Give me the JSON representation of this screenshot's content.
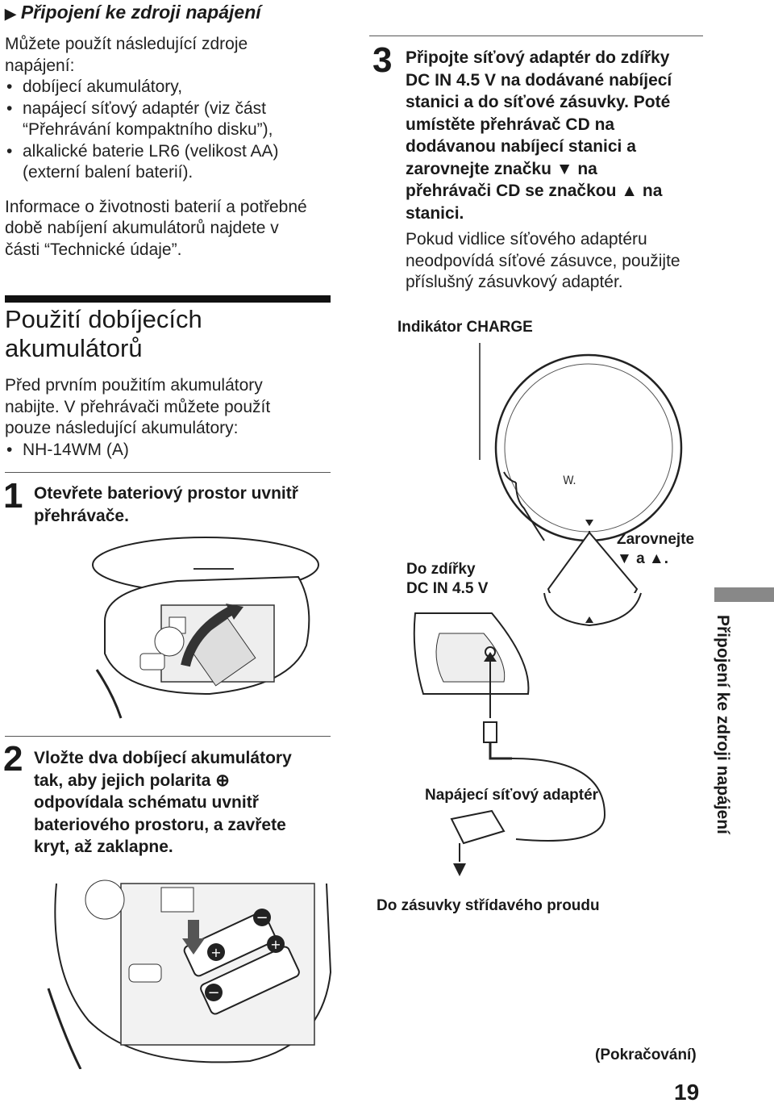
{
  "section_header": {
    "arrow": "▶",
    "title": "Připojení ke zdroji napájení"
  },
  "intro": {
    "lead": [
      "Můžete použít následující zdroje",
      "napájení:"
    ],
    "bullets": [
      [
        "dobíjecí akumulátory,"
      ],
      [
        "napájecí síťový adaptér (viz část",
        "“Přehrávání kompaktního disku”),"
      ],
      [
        "alkalické baterie LR6 (velikost AA)",
        "(externí balení baterií)."
      ]
    ],
    "note": [
      "Informace o životnosti baterií a potřebné",
      "době nabíjení akumulátorů najdete v",
      "části “Technické údaje”."
    ]
  },
  "rechargeable": {
    "heading": [
      "Použití dobíjecích",
      "akumulátorů"
    ],
    "text": [
      "Před prvním použitím akumulátory",
      "nabijte. V přehrávači můžete použít",
      "pouze následující akumulátory:"
    ],
    "bullet": "NH-14WM (A)"
  },
  "steps": [
    {
      "number": "1",
      "lines": [
        "Otevřete bateriový prostor uvnitř",
        "přehrávače."
      ]
    },
    {
      "number": "2",
      "lines": [
        "Vložte dva dobíjecí akumulátory",
        "tak, aby jejich polarita ⊕",
        "odpovídala schématu uvnitř",
        "bateriového prostoru, a zavřete",
        "kryt, až zaklapne."
      ]
    },
    {
      "number": "3",
      "lines": [
        "Připojte síťový adaptér do zdířky",
        "DC IN 4.5 V na dodávané nabíjecí",
        "stanici a do síťové zásuvky. Poté",
        "umístěte přehrávač CD na",
        "dodávanou nabíjecí stanici a",
        "zarovnejte značku ▼ na",
        "přehrávači CD se značkou ▲  na",
        "stanici."
      ],
      "note": [
        "Pokud vidlice síťového adaptéru",
        "neodpovídá síťové zásuvce, použijte",
        "příslušný zásuvkový adaptér."
      ]
    }
  ],
  "diagram_labels": {
    "charge_indicator": "Indikátor CHARGE",
    "dc_in": [
      "Do zdířky",
      "DC IN 4.5 V"
    ],
    "align": [
      "Zarovnejte",
      "▼ a ▲."
    ],
    "adapter": "Napájecí síťový adaptér",
    "outlet": "Do zásuvky střídavého proudu"
  },
  "side_tab": "Připojení ke zdroji napájení",
  "footer": {
    "continued": "(Pokračování)",
    "page_number": "19"
  }
}
